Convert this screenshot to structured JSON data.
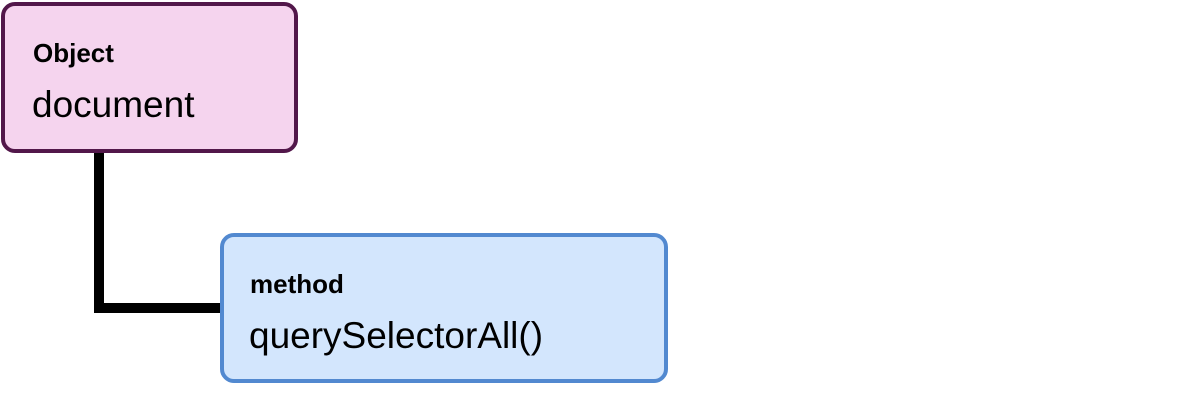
{
  "diagram": {
    "nodes": [
      {
        "id": "object",
        "kind": "Object",
        "name": "document",
        "fill": "#f5d4ee",
        "stroke": "#52174a"
      },
      {
        "id": "method",
        "kind": "method",
        "name": "querySelectorAll()",
        "fill": "#d3e6fd",
        "stroke": "#5289d0"
      }
    ],
    "edges": [
      {
        "from": "object",
        "to": "method",
        "style": "elbow",
        "color": "#000000"
      }
    ]
  }
}
